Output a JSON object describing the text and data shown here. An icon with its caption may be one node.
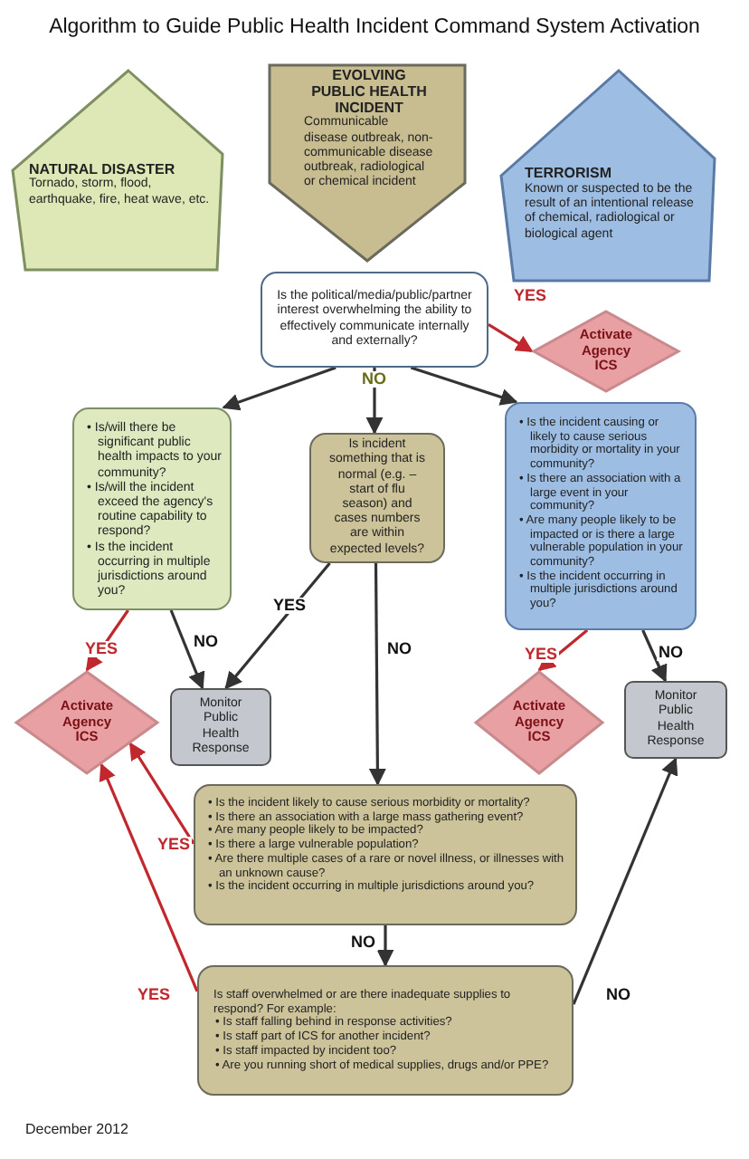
{
  "diagram": {
    "title": "Algorithm to Guide Public Health Incident Command System Activation",
    "nodes": [
      {
        "text": [
          "NATURAL DISASTER",
          "Tornado, storm, flood, earthquake, fire, heat wave, etc."
        ]
      },
      {
        "text": [
          "EVOLVING PUBLIC HEALTH INCIDENT",
          "Communicable disease outbreak, non-communicable disease outbreak, radiological or chemical incident"
        ]
      },
      {
        "text": [
          "TERRORISM",
          "Known or suspected to be the result of an intentional release of chemical, radiological or biological agent"
        ]
      },
      {
        "text": [
          "Is the political/media/public/partner interest overwhelming the ability to effectively communicate internally and externally?"
        ]
      },
      {
        "text": [
          "Activate Agency ICS"
        ]
      },
      {
        "text": [
          "• Is/will there be significant public health impacts to your community?",
          "• Is/will the incident exceed the agency's routine capability to respond?",
          "• Is the incident occurring in multiple jurisdictions around you?"
        ]
      },
      {
        "text": [
          "Is incident something that is normal (e.g. – start of flu season) and cases numbers are within expected levels?"
        ]
      },
      {
        "text": [
          "• Is the incident causing or likely to cause serious morbidity or mortality in your community?",
          "• Is there an association with a large event in your community?",
          "• Are many people likely to be impacted or is there a large vulnerable population in your community?",
          "• Is the incident occurring in multiple jurisdictions around you?"
        ]
      },
      {
        "text": [
          "Activate Agency ICS"
        ]
      },
      {
        "text": [
          "Monitor Public Health Response"
        ]
      },
      {
        "text": [
          "Activate Agency ICS"
        ]
      },
      {
        "text": [
          "Monitor Public Health Response"
        ]
      },
      {
        "text": [
          "• Is the incident likely to cause serious morbidity or mortality?",
          "• Is there an association with a large mass gathering event?",
          "• Are many people likely to be impacted?",
          "• Is there a large vulnerable population?",
          "• Are there multiple cases of a rare or novel illness, or illnesses with an unknown cause?",
          "• Is the incident occurring in multiple jurisdictions around you?"
        ]
      },
      {
        "text": [
          "Is staff overwhelmed or are there inadequate supplies to respond? For example:",
          "• Is staff falling behind in response activities?",
          "• Is staff part of ICS for another incident?",
          "• Is staff impacted by incident too?",
          "• Are you running short of medical supplies, drugs and/or PPE?"
        ]
      }
    ],
    "edges": [
      {
        "from": 3,
        "to": 4,
        "arrow": "to",
        "label": "YES",
        "color": "#c0282d"
      },
      {
        "from": 3,
        "to": 5,
        "arrow": "to"
      },
      {
        "from": 3,
        "to": 6,
        "arrow": "to",
        "label": "NO"
      },
      {
        "from": 3,
        "to": 7,
        "arrow": "to"
      },
      {
        "from": 5,
        "to": 8,
        "arrow": "to",
        "label": "YES",
        "color": "#c0282d"
      },
      {
        "from": 5,
        "to": 9,
        "arrow": "to",
        "label": "NO"
      },
      {
        "from": 6,
        "to": 9,
        "arrow": "to",
        "label": "YES"
      },
      {
        "from": 6,
        "to": 12,
        "arrow": "to",
        "label": "NO"
      },
      {
        "from": 7,
        "to": 10,
        "arrow": "to",
        "label": "YES",
        "color": "#c0282d"
      },
      {
        "from": 7,
        "to": 11,
        "arrow": "to",
        "label": "NO"
      },
      {
        "from": 12,
        "to": 8,
        "arrow": "to",
        "label": "YES",
        "color": "#c0282d"
      },
      {
        "from": 12,
        "to": 13,
        "arrow": "to",
        "label": "NO"
      },
      {
        "from": 13,
        "to": 8,
        "arrow": "to",
        "label": "YES",
        "color": "#c0282d"
      },
      {
        "from": 13,
        "to": 11,
        "arrow": "to",
        "label": "NO"
      }
    ],
    "labels": [
      "December 2012"
    ]
  }
}
